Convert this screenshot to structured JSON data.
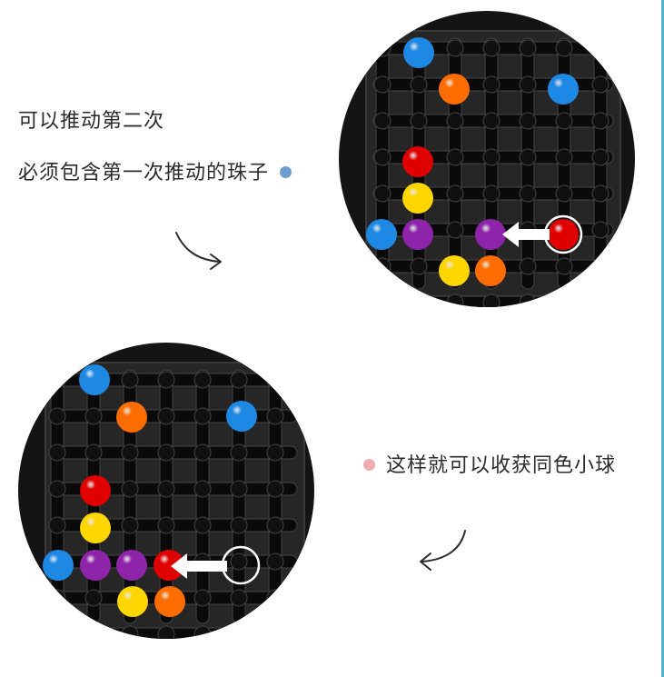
{
  "captions": {
    "line1": "可以推动第二次",
    "line2": "必须包含第一次推动的珠子",
    "line3": "这样就可以收获同色小球"
  },
  "colors": {
    "accent_line": "#4db5c6",
    "dot_blue": "#6f9fd1",
    "dot_pink": "#f0aab2",
    "board": "#141414",
    "marble_blue": "#1e88e5",
    "marble_orange": "#ff6d00",
    "marble_red": "#e00000",
    "marble_yellow": "#ffd600",
    "marble_purple": "#8e24aa"
  },
  "icons": {
    "arrow_top": "curved-arrow-down-right-icon",
    "arrow_bottom": "curved-arrow-down-left-icon",
    "push_arrow": "left-arrow-icon",
    "highlight": "circle-highlight-icon"
  }
}
